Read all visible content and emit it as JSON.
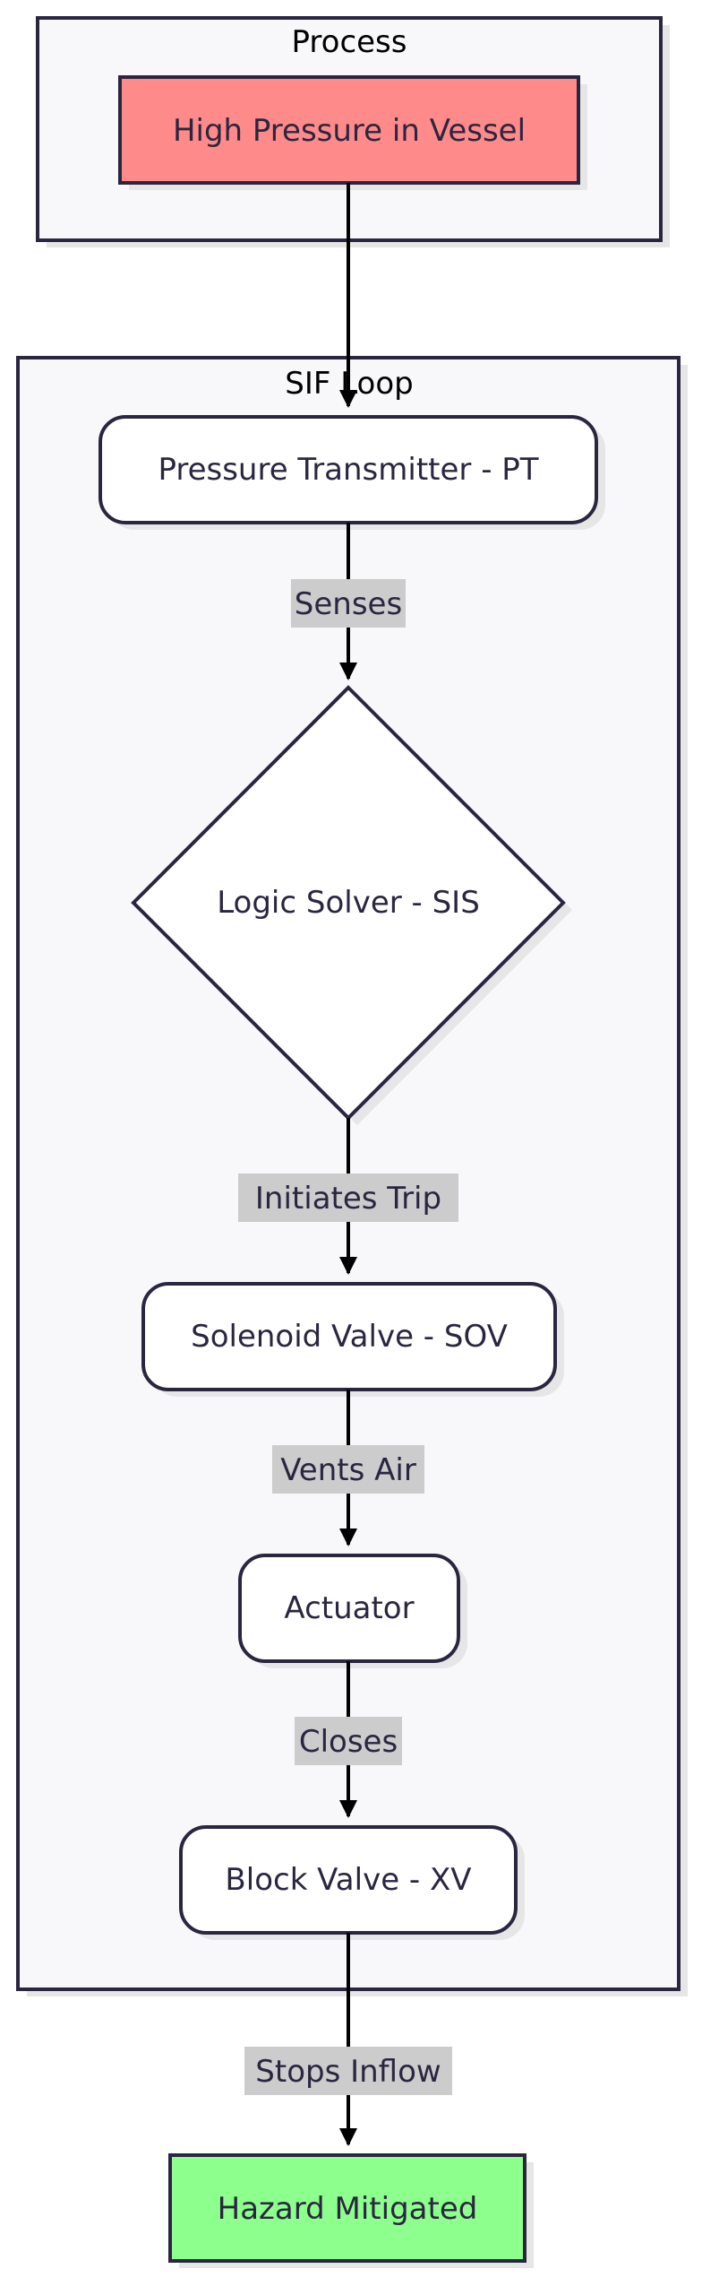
{
  "groups": {
    "process": {
      "title": "Process"
    },
    "sif_loop": {
      "title": "SIF Loop"
    }
  },
  "nodes": {
    "high_pressure": {
      "label": "High Pressure in Vessel",
      "fill": "#ff8a8a"
    },
    "pressure_transmitter": {
      "label": "Pressure Transmitter - PT"
    },
    "logic_solver": {
      "label": "Logic Solver - SIS"
    },
    "solenoid_valve": {
      "label": "Solenoid Valve - SOV"
    },
    "actuator": {
      "label": "Actuator"
    },
    "block_valve": {
      "label": "Block Valve - XV"
    },
    "hazard_mitigated": {
      "label": "Hazard Mitigated",
      "fill": "#8cff8c"
    }
  },
  "edges": {
    "senses": {
      "label": "Senses"
    },
    "initiates_trip": {
      "label": "Initiates Trip"
    },
    "vents_air": {
      "label": "Vents Air"
    },
    "closes": {
      "label": "Closes"
    },
    "stops_inflow": {
      "label": "Stops Inflow"
    }
  },
  "colors": {
    "stroke": "#2b2640",
    "group_fill": "#f8f8fb",
    "node_fill": "#ffffff",
    "edge_label_bg": "#cccccc",
    "shadow": "#e6e6e6"
  }
}
